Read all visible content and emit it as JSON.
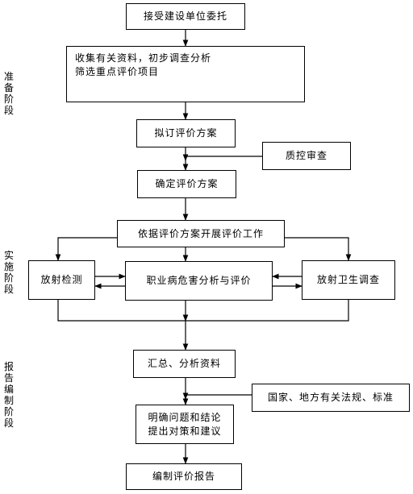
{
  "stages": [
    {
      "id": "prep",
      "label": "准备阶段"
    },
    {
      "id": "impl",
      "label": "实施阶段"
    },
    {
      "id": "report",
      "label": "报告编制阶段"
    }
  ],
  "nodes": {
    "accept": "接受建设单位委托",
    "collect_line1": "收集有关资料，初步调查分析",
    "collect_line2": "筛选重点评价项目",
    "draft": "拟订评价方案",
    "qc": "质控审查",
    "confirm": "确定评价方案",
    "execute": "依据评价方案开展评价工作",
    "radiation_test": "放射检测",
    "hazard_analysis": "职业病危害分析与评价",
    "radiation_health": "放射卫生调查",
    "summary": "汇总、分析资料",
    "regulations": "国家、地方有关法规、标准",
    "conclusion_line1": "明确问题和结论",
    "conclusion_line2": "提出对策和建议",
    "report": "编制评价报告"
  }
}
